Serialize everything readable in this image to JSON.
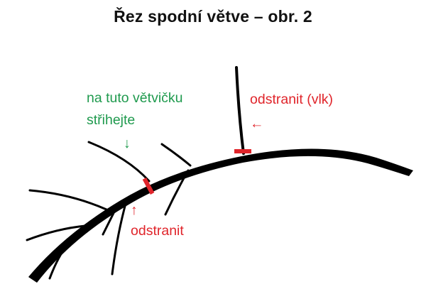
{
  "title": "Řez spodní větve – obr. 2",
  "labels": {
    "keep_line1": "na tuto větvičku",
    "keep_line2": "střihejte",
    "keep_arrow": "↓",
    "remove_vlk": "odstranit (vlk)",
    "remove_vlk_arrow": "←",
    "remove_arrow": "↑",
    "remove": "odstranit"
  },
  "colors": {
    "branch": "#000000",
    "keep_text": "#1f9a4e",
    "remove_text": "#e0252b",
    "cut_mark": "#e0252b"
  }
}
